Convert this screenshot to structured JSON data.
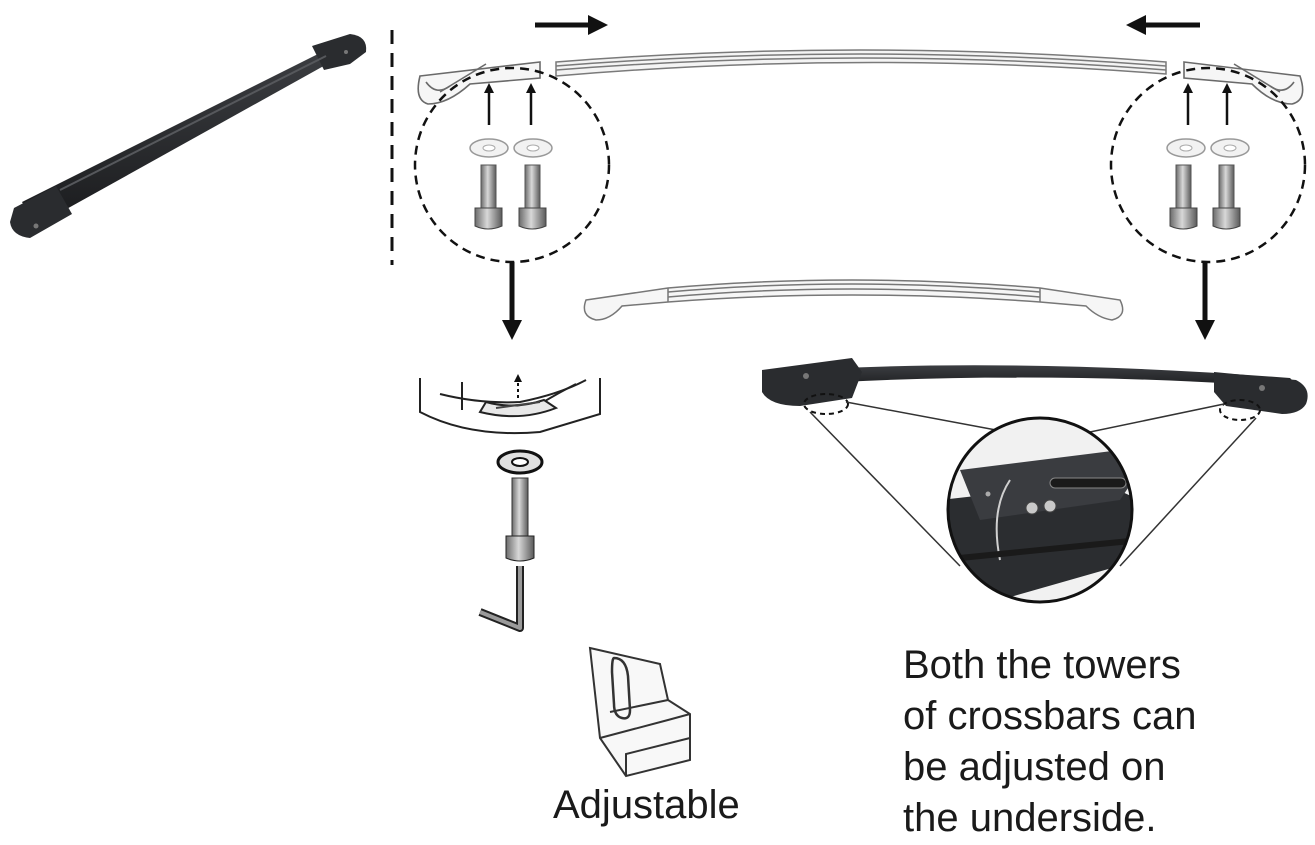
{
  "labels": {
    "adjustable": "Adjustable",
    "note_lines": [
      "Both the towers",
      "of crossbars can",
      "be adjusted on",
      "the underside."
    ]
  },
  "colors": {
    "ink": "#1a1a1a",
    "bar_dark": "#2a2c2f",
    "bar_outline": "#8a8a8a",
    "background": "#ffffff"
  },
  "icons": [
    "assembled-crossbar",
    "crossbar-rail-exploded",
    "bolt",
    "washer",
    "allen-key",
    "adjustable-bracket",
    "magnified-detail"
  ]
}
